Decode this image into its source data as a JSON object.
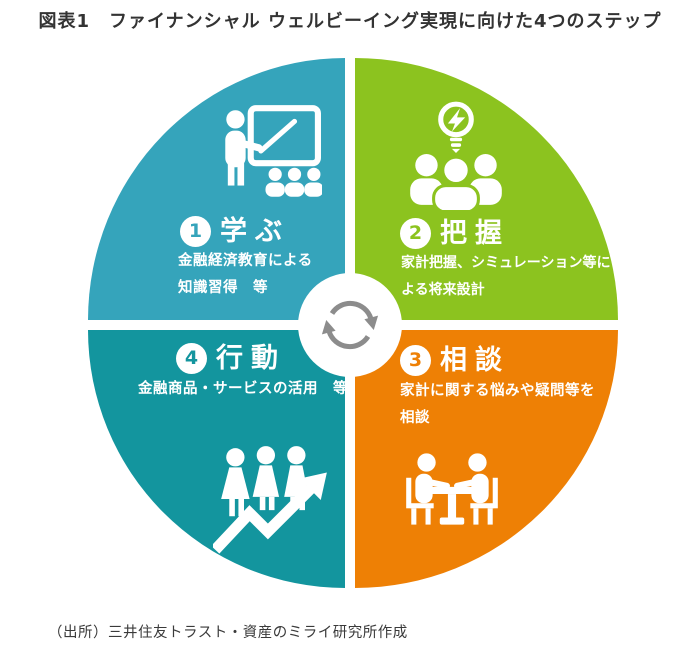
{
  "title": "図表1　ファイナンシャル ウェルビーイング実現に向けた4つのステップ",
  "source": "（出所）三井住友トラスト・資産のミライ研究所作成",
  "colors": {
    "q1": "#35A4BB",
    "q2": "#8CC31F",
    "q3": "#EE8005",
    "q4": "#13959E",
    "arrow": "#8C8C8C"
  },
  "quadrants": [
    {
      "number": "1",
      "label": "学ぶ",
      "desc_lines": [
        "金融経済教育による",
        "知識習得　等"
      ],
      "icon": "teacher-blackboard-icon"
    },
    {
      "number": "2",
      "label": "把握",
      "desc_lines": [
        "家計把握、シミュレーション等に",
        "よる将来設計"
      ],
      "icon": "group-idea-bulb-icon"
    },
    {
      "number": "3",
      "label": "相談",
      "desc_lines": [
        "家計に関する悩みや疑問等を",
        "相談"
      ],
      "icon": "consultation-table-icon"
    },
    {
      "number": "4",
      "label": "行動",
      "desc_lines": [
        "金融商品・サービスの活用　等"
      ],
      "icon": "people-growth-arrow-icon"
    }
  ],
  "center_icon": "cycle-arrows-icon"
}
